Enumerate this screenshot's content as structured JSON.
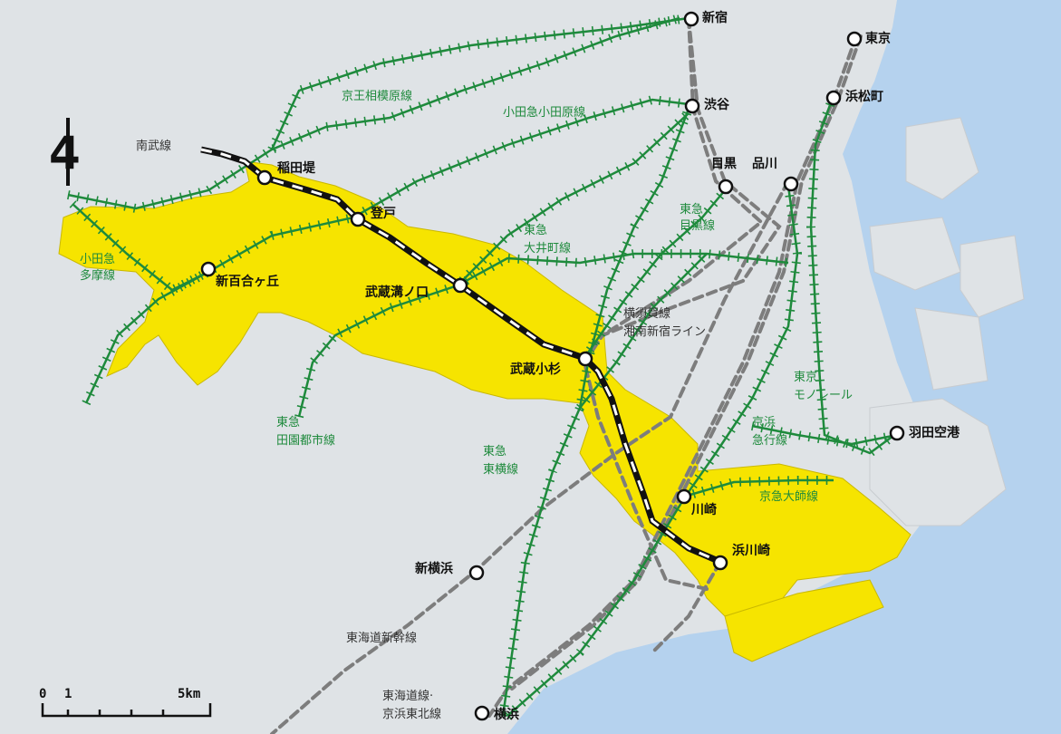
{
  "north_symbol": "4",
  "scale": {
    "zero": "0",
    "one": "1",
    "five": "5km"
  },
  "stations": {
    "shinjuku": "新宿",
    "tokyo": "東京",
    "shibuya": "渋谷",
    "hamamatsucho": "浜松町",
    "meguro": "目黒",
    "shinagawa": "品川",
    "inadazutsumi": "稲田堤",
    "noborito": "登戸",
    "shinyurigaoka": "新百合ヶ丘",
    "musashimizonokuchi": "武蔵溝ノ口",
    "musashikosugi": "武蔵小杉",
    "haneda": "羽田空港",
    "kawasaki": "川崎",
    "hamakawasaki": "浜川崎",
    "shinyokohama": "新横浜",
    "yokohama": "横浜"
  },
  "lines": {
    "nambu": "南武線",
    "keio_sagamihara": "京王相模原線",
    "odakyu_odawara": "小田急小田原線",
    "odakyu_tama_1": "小田急",
    "odakyu_tama_2": "多摩線",
    "tokyu_meguro_1": "東急",
    "tokyu_meguro_2": "目黒線",
    "tokyu_oimachi_1": "東急",
    "tokyu_oimachi_2": "大井町線",
    "yokosuka": "横須賀線",
    "shonan_shinjuku": "湘南新宿ライン",
    "monorail_1": "東京",
    "monorail_2": "モノレール",
    "keikyu_1": "京浜",
    "keikyu_2": "急行線",
    "denentoshi_1": "東急",
    "denentoshi_2": "田園都市線",
    "toyoko_1": "東急",
    "toyoko_2": "東横線",
    "daishi": "京急大師線",
    "shinkansen": "東海道新幹線",
    "tokaido_1": "東海道線·",
    "tokaido_2": "京浜東北線"
  },
  "colors": {
    "water": "#b5d2ee",
    "land": "#dfe3e6",
    "city_area": "#f6e400",
    "private_line": "#1e8a3c",
    "jr_line": "#7d7d7d",
    "nambu_line": "#111111"
  }
}
